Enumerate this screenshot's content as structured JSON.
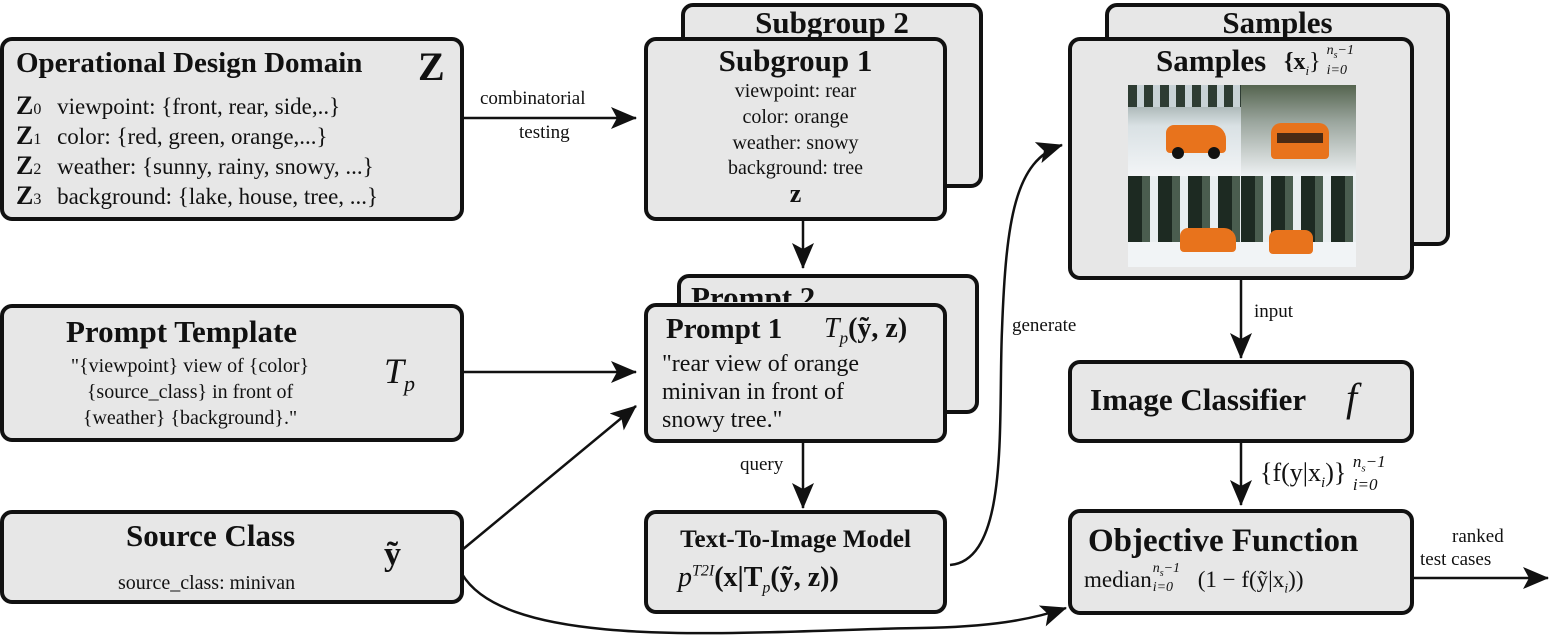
{
  "odd": {
    "title": "Operational Design Domain",
    "symbol": "Z",
    "rows": [
      {
        "sym": "Z",
        "sub": "0",
        "text": "viewpoint: {front, rear, side,..}"
      },
      {
        "sym": "Z",
        "sub": "1",
        "text": "color: {red, green, orange,...}"
      },
      {
        "sym": "Z",
        "sub": "2",
        "text": "weather: {sunny, rainy, snowy, ...}"
      },
      {
        "sym": "Z",
        "sub": "3",
        "text": "background: {lake, house, tree, ...}"
      }
    ]
  },
  "edges": {
    "combinatorial": "combinatorial",
    "testing": "testing",
    "generate": "generate",
    "query": "query",
    "input": "input",
    "ranked": "ranked",
    "test_cases": "test cases"
  },
  "subgroup_back": {
    "title": "Subgroup 2"
  },
  "subgroup": {
    "title": "Subgroup 1",
    "lines": [
      "viewpoint: rear",
      "color: orange",
      "weather: snowy",
      "background: tree"
    ],
    "symbol": "z"
  },
  "samples_back": {
    "title": "Samples"
  },
  "samples": {
    "title": "Samples",
    "set_base": "{x",
    "set_sub": "i",
    "set_close": "}",
    "set_sup": "n",
    "set_sup_sub": "s",
    "set_sup_tail": "−1",
    "set_lower": "i=0"
  },
  "template": {
    "title": "Prompt Template",
    "lines": [
      "\"{viewpoint} view of {color}",
      "{source_class} in front of",
      "{weather} {background}.\""
    ],
    "symbol": "T",
    "symbol_sub": "p"
  },
  "prompt_back": {
    "title": "Prompt 2"
  },
  "prompt": {
    "title": "Prompt 1",
    "symbol": "T",
    "symbol_sub": "p",
    "symbol_args": "(ỹ, z)",
    "lines": [
      "\"rear view of orange",
      "minivan in front of",
      "snowy tree.\""
    ]
  },
  "classifier": {
    "title": "Image Classifier",
    "symbol": "f"
  },
  "classifier_out": {
    "text": "{f(y|x",
    "sub": "i",
    "close": ")}",
    "sup": "n",
    "sup_sub": "s",
    "sup_tail": "−1",
    "lower": "i=0"
  },
  "source": {
    "title": "Source Class",
    "line": "source_class: minivan",
    "symbol": "ỹ"
  },
  "t2i": {
    "title": "Text-To-Image Model",
    "p": "p",
    "sup": "T2I",
    "args": "(x|T",
    "args_sub": "p",
    "args_tail": "(ỹ, z))"
  },
  "objective": {
    "title": "Objective Function",
    "med": "median",
    "med_sup": "n",
    "med_sup_sub": "s",
    "med_sup_tail": "−1",
    "med_lower": "i=0",
    "tail": "(1 − f(ỹ|x",
    "tail_sub": "i",
    "tail_close": "))"
  },
  "colors": {
    "box_fill": "#e7e7e7",
    "stroke": "#111111",
    "van": "#e8731c"
  }
}
